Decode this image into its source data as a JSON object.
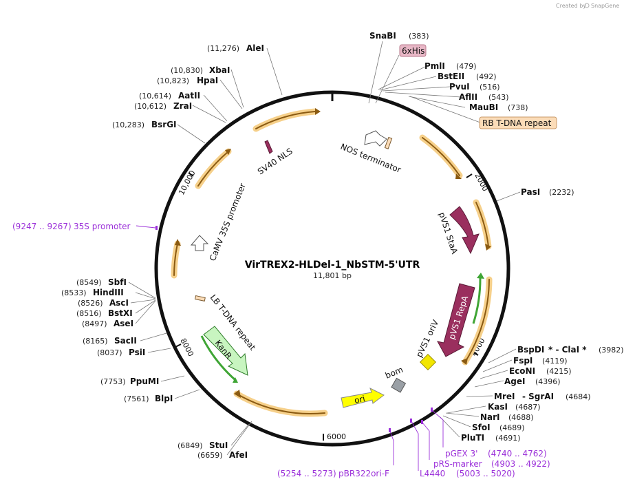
{
  "title": "VirTREX2-HLDel-1_NbSTM-5'UTR",
  "length": "11,801 bp",
  "credit_prefix": "Created by",
  "credit_brand": "SnapGene",
  "ticks": [
    "2000",
    "4000",
    "6000",
    "8000",
    "10,000"
  ],
  "enzymes": [
    {
      "name": "SnaBI",
      "pos": "(383)"
    },
    {
      "name": "PmlI",
      "pos": "(479)"
    },
    {
      "name": "BstEII",
      "pos": "(492)"
    },
    {
      "name": "PvuI",
      "pos": "(516)"
    },
    {
      "name": "AflII",
      "pos": "(543)"
    },
    {
      "name": "MauBI",
      "pos": "(738)"
    },
    {
      "name": "PasI",
      "pos": "(2232)"
    },
    {
      "name": "BspDI",
      "pos": "(3982)",
      "extra": "* - ClaI *"
    },
    {
      "name": "FspI",
      "pos": "(4119)"
    },
    {
      "name": "EcoNI",
      "pos": "(4215)"
    },
    {
      "name": "AgeI",
      "pos": "(4396)"
    },
    {
      "name": "MreI",
      "pos": "(4684)",
      "extra": "- SgrAI"
    },
    {
      "name": "KasI",
      "pos": "(4687)"
    },
    {
      "name": "NarI",
      "pos": "(4688)"
    },
    {
      "name": "SfoI",
      "pos": "(4689)"
    },
    {
      "name": "PluTI",
      "pos": "(4691)"
    },
    {
      "name": "StuI",
      "pos": "(6849)"
    },
    {
      "name": "AfeI",
      "pos": "(6659)"
    },
    {
      "name": "BlpI",
      "pos": "(7561)"
    },
    {
      "name": "PpuMI",
      "pos": "(7753)"
    },
    {
      "name": "PsiI",
      "pos": "(8037)"
    },
    {
      "name": "SacII",
      "pos": "(8165)"
    },
    {
      "name": "AseI",
      "pos": "(8497)"
    },
    {
      "name": "BstXI",
      "pos": "(8516)"
    },
    {
      "name": "AscI",
      "pos": "(8526)"
    },
    {
      "name": "HindIII",
      "pos": "(8533)"
    },
    {
      "name": "SbfI",
      "pos": "(8549)"
    },
    {
      "name": "BsrGI",
      "pos": "(10,283)"
    },
    {
      "name": "ZraI",
      "pos": "(10,612)"
    },
    {
      "name": "AatII",
      "pos": "(10,614)"
    },
    {
      "name": "HpaI",
      "pos": "(10,823)"
    },
    {
      "name": "XbaI",
      "pos": "(10,830)"
    },
    {
      "name": "AleI",
      "pos": "(11,276)"
    }
  ],
  "primers": [
    {
      "name": "pGEX 3'",
      "range": "(4740 .. 4762)"
    },
    {
      "name": "pRS-marker",
      "range": "(4903 .. 4922)"
    },
    {
      "name": "L4440",
      "range": "(5003 .. 5020)"
    },
    {
      "name": "pBR322ori-F",
      "range": "(5254 .. 5273)"
    },
    {
      "name": "35S promoter",
      "range": "(9247 .. 9267)"
    }
  ],
  "boxed_features": [
    "6xHis",
    "RB T-DNA repeat"
  ],
  "features": [
    "NOS terminator",
    "pVS1 StaA",
    "pVS1 RepA",
    "pVS1 oriV",
    "bom",
    "ori",
    "KanR",
    "LB T-DNA repeat",
    "CaMV 35S promoter",
    "SV40 NLS"
  ],
  "colors": {
    "backbone": "#111111",
    "orf_glow": "#f6d08a",
    "orf_line": "#8a5a12",
    "primer": "#9b30d9",
    "his_box": "#e8b7c6",
    "rb_box": "#fbdcb8",
    "repa": "#9a2f5e",
    "orv": "#f2e600",
    "bom": "#9aa0a6",
    "ori": "#ffff00",
    "kanr": "#c8f5c0",
    "green": "#3fa535"
  }
}
